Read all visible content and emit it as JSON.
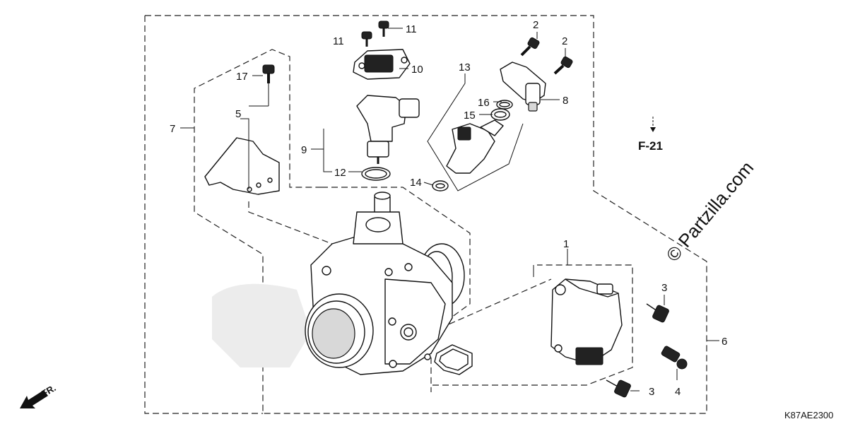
{
  "diagram": {
    "callouts": [
      "1",
      "2",
      "2",
      "3",
      "3",
      "4",
      "5",
      "6",
      "7",
      "8",
      "9",
      "10",
      "11",
      "11",
      "12",
      "13",
      "14",
      "15",
      "16",
      "17"
    ],
    "section_ref": "F-21",
    "watermark": "© Partzilla.com",
    "direction_label": "FR.",
    "drawing_code": "K87AE2300"
  }
}
